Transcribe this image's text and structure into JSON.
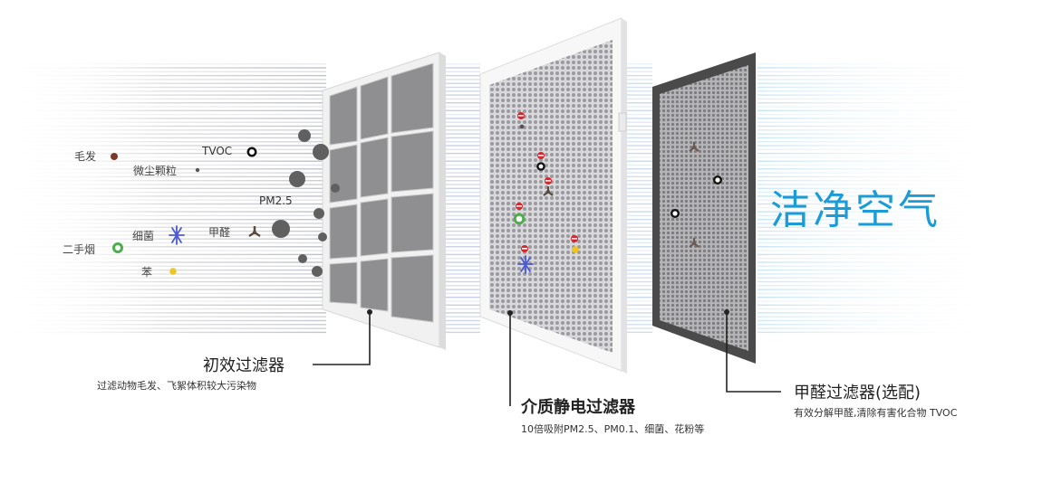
{
  "pollutants": {
    "hair": "毛发",
    "fine_dust": "微尘颗粒",
    "tvoc": "TVOC",
    "pm25": "PM2.5",
    "bacteria": "细菌",
    "formaldehyde": "甲醛",
    "second_smoke": "二手烟",
    "benzene": "苯"
  },
  "result": {
    "clean_air": "洁净空气"
  },
  "filters": [
    {
      "title": "初效过滤器",
      "desc": "过滤动物毛发、飞絮体积较大污染物"
    },
    {
      "title": "介质静电过滤器",
      "desc": "10倍吸附PM2.5、PM0.1、细菌、花粉等"
    },
    {
      "title": "甲醛过滤器(选配)",
      "desc": "有效分解甲醛,清除有害化合物 TVOC"
    }
  ],
  "colors": {
    "clean_air": "#1c9cd6",
    "hair_dot": "#7a3b2e",
    "smoke_ring": "#4cae4c",
    "benzene_dot": "#f0c419",
    "bacteria": "#4a5bd6",
    "block_red": "#d9262b",
    "particle_grey": "#555555",
    "carbon_frame": "#4a4a4a"
  }
}
